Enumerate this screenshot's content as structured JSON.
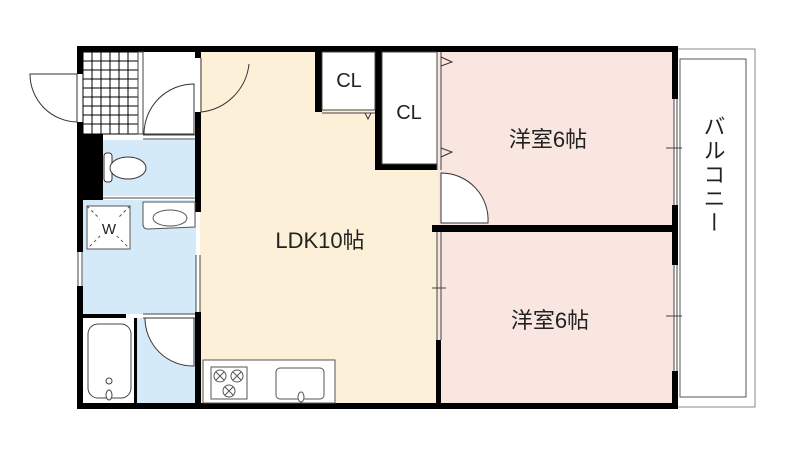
{
  "floorplan": {
    "rooms": {
      "ldk": "LDK10帖",
      "western_room_1": "洋室6帖",
      "western_room_2": "洋室6帖",
      "closet_1": "CL",
      "closet_2": "CL",
      "washer": "W",
      "balcony": "バルコニー"
    },
    "colors": {
      "ldk": "#fdf0d8",
      "western_room": "#f9e6e0",
      "wet_area": "#d5eaf8",
      "wall": "#000000"
    }
  }
}
